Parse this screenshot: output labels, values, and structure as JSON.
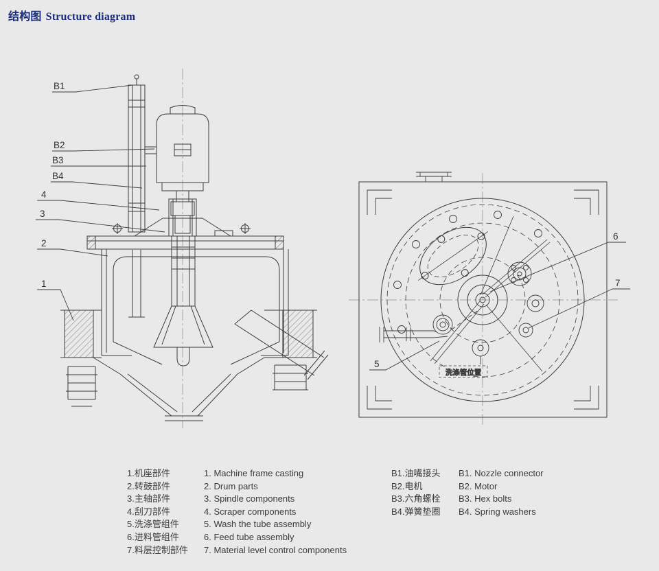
{
  "page": {
    "background_color": "#e9e9e9",
    "title": {
      "zh": "结构图",
      "en": "Structure diagram",
      "color": "#1b2e7e"
    }
  },
  "diagram": {
    "line_color": "#3c3c3c",
    "annotations": {
      "wash_pipe_position": "洗涤管位置"
    },
    "callouts": {
      "b1": "B1",
      "b2": "B2",
      "b3": "B3",
      "b4": "B4",
      "n1": "1",
      "n2": "2",
      "n3": "3",
      "n4": "4",
      "n5": "5",
      "n6": "6",
      "n7": "7"
    }
  },
  "legend": {
    "numbered_zh": [
      "1.机座部件",
      "2.转鼓部件",
      "3.主轴部件",
      "4.刮刀部件",
      "5.洗涤管组件",
      "6.进料管组件",
      "7.料层控制部件"
    ],
    "numbered_en": [
      "1. Machine frame casting",
      "2. Drum parts",
      "3. Spindle components",
      "4. Scraper components",
      "5. Wash the tube assembly",
      "6. Feed tube assembly",
      "7. Material level control components"
    ],
    "lettered_zh": [
      "B1.油嘴接头",
      "B2.电机",
      "B3.六角螺栓",
      "B4.弹簧垫圈"
    ],
    "lettered_en": [
      "B1. Nozzle connector",
      "B2. Motor",
      "B3. Hex bolts",
      "B4. Spring washers"
    ]
  }
}
